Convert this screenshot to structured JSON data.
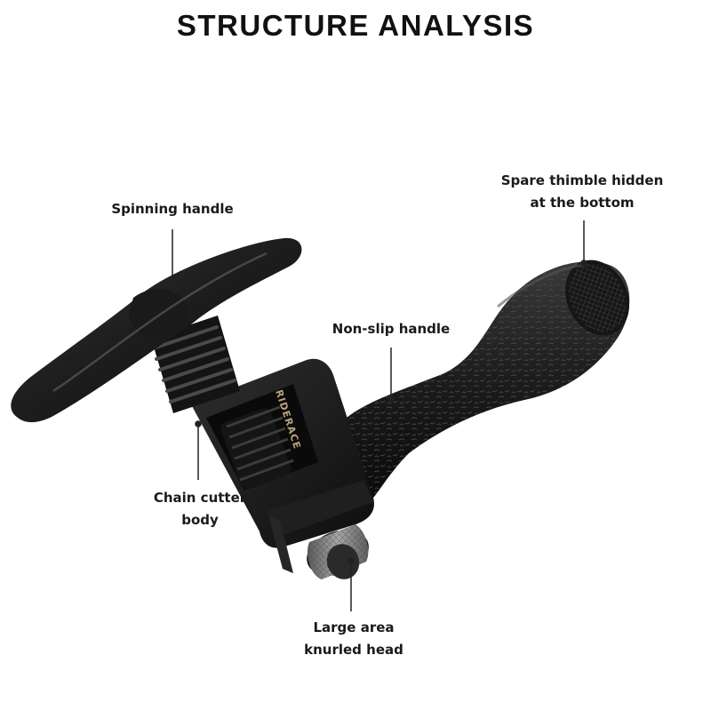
{
  "title": "STRUCTURE ANALYSIS",
  "product": {
    "brand_mark": "RIDERACE"
  },
  "callouts": {
    "spinning_handle": {
      "lines": [
        "Spinning handle"
      ]
    },
    "spare_thimble": {
      "lines": [
        "Spare thimble hidden",
        "at the bottom"
      ]
    },
    "non_slip_handle": {
      "lines": [
        "Non-slip handle"
      ]
    },
    "chain_cutter_body": {
      "lines": [
        "Chain cutter",
        "body"
      ]
    },
    "knurled_head": {
      "lines": [
        "Large area",
        "knurled head"
      ]
    }
  },
  "colors": {
    "background": "#ffffff",
    "tool_black": "#1b1b1b",
    "tool_highlight": "#3a3a3a",
    "knurl_grey": "#8a8a8a",
    "brand_gold": "#b9a27a",
    "leader_line": "#222222"
  }
}
